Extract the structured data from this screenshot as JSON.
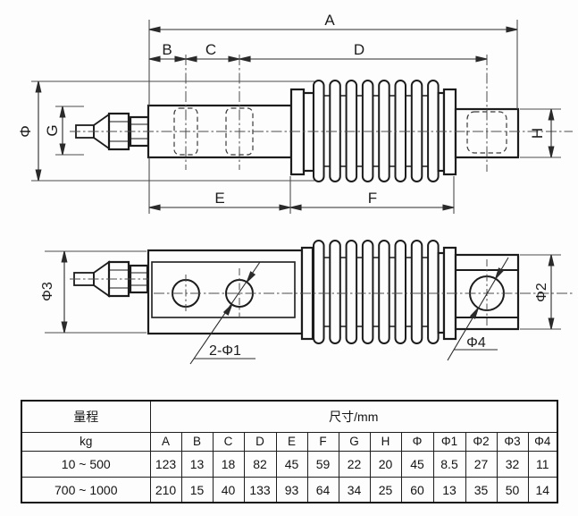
{
  "drawing": {
    "dims_top_view": {
      "a": "A",
      "b": "B",
      "c": "C",
      "d": "D",
      "e": "E",
      "f": "F",
      "g": "G",
      "h": "H",
      "phi": "Φ"
    },
    "dims_bottom_view": {
      "phi3": "Φ3",
      "phi2": "Φ2",
      "phi4": "Φ4",
      "holes": "2-Φ1"
    }
  },
  "table": {
    "range_header": "量程",
    "size_header": "尺寸/mm",
    "kg_label": "kg",
    "col_headers": [
      "A",
      "B",
      "C",
      "D",
      "E",
      "F",
      "G",
      "H",
      "Φ",
      "Φ1",
      "Φ2",
      "Φ3",
      "Φ4"
    ],
    "rows": [
      {
        "range": "10 ~ 500",
        "values": [
          "123",
          "13",
          "18",
          "82",
          "45",
          "59",
          "22",
          "20",
          "45",
          "8.5",
          "27",
          "32",
          "11"
        ]
      },
      {
        "range": "700 ~ 1000",
        "values": [
          "210",
          "15",
          "40",
          "133",
          "93",
          "64",
          "34",
          "25",
          "60",
          "13",
          "35",
          "50",
          "14"
        ]
      }
    ]
  },
  "colors": {
    "line": "#1c1c1c",
    "thin_line": "#4c4c4c",
    "background": "#fdfdfd"
  }
}
